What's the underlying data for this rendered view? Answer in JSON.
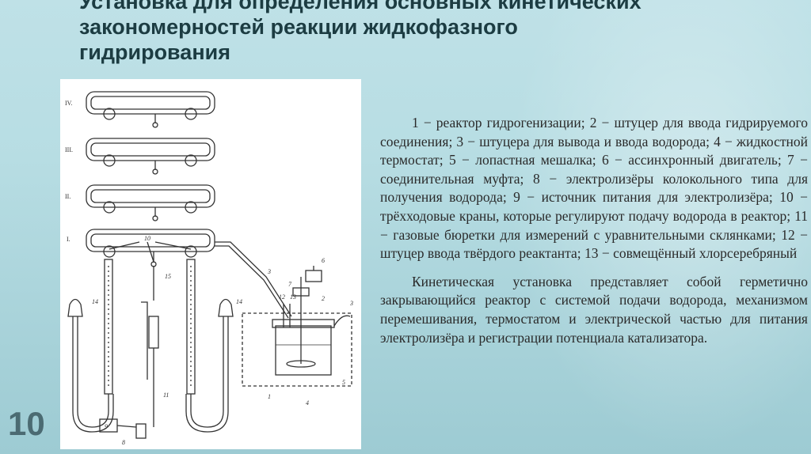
{
  "slide": {
    "title_line1": "Установка для определения основных кинетических",
    "title_line2": "закономерностей реакции жидкофазного",
    "title_line3": "гидрирования",
    "number": "10"
  },
  "figure": {
    "labels": {
      "IV": "IV.",
      "III": "III.",
      "II": "II.",
      "I": "I.",
      "n1": "1",
      "n2": "2",
      "n3a": "3",
      "n3b": "3",
      "n4": "4",
      "n5": "5",
      "n6": "6",
      "n7": "7",
      "n8": "8",
      "n9": "9",
      "n10": "10",
      "n11": "11",
      "n12": "12",
      "n13": "13",
      "n14a": "14",
      "n14b": "14",
      "n15": "15"
    }
  },
  "text": {
    "legend": "1 − реактор гидрогенизации; 2 − штуцер для ввода гидрируемого соединения; 3 − штуцера для вывода и ввода водорода; 4 − жидкостной термостат; 5 − лопастная мешалка; 6 − ассинхронный двигатель; 7 − соединительная муфта; 8 − электролизёры колокольного типа для получения водорода; 9 − источник питания для электролизёра; 10 − трёхходовые краны, которые регулируют подачу водорода в реактор; 11 − газовые бюретки для измерений с уравнительными склянками; 12 − штуцер ввода твёрдого реактанта; 13 − совмещённый хлорсеребряный",
    "description": "Кинетическая установка представляет собой герметично закрывающийся реактор с системой подачи водорода, механизмом перемешивания, термостатом и электрической частью для питания электролизёра и регистрации потенциала катализатора."
  }
}
